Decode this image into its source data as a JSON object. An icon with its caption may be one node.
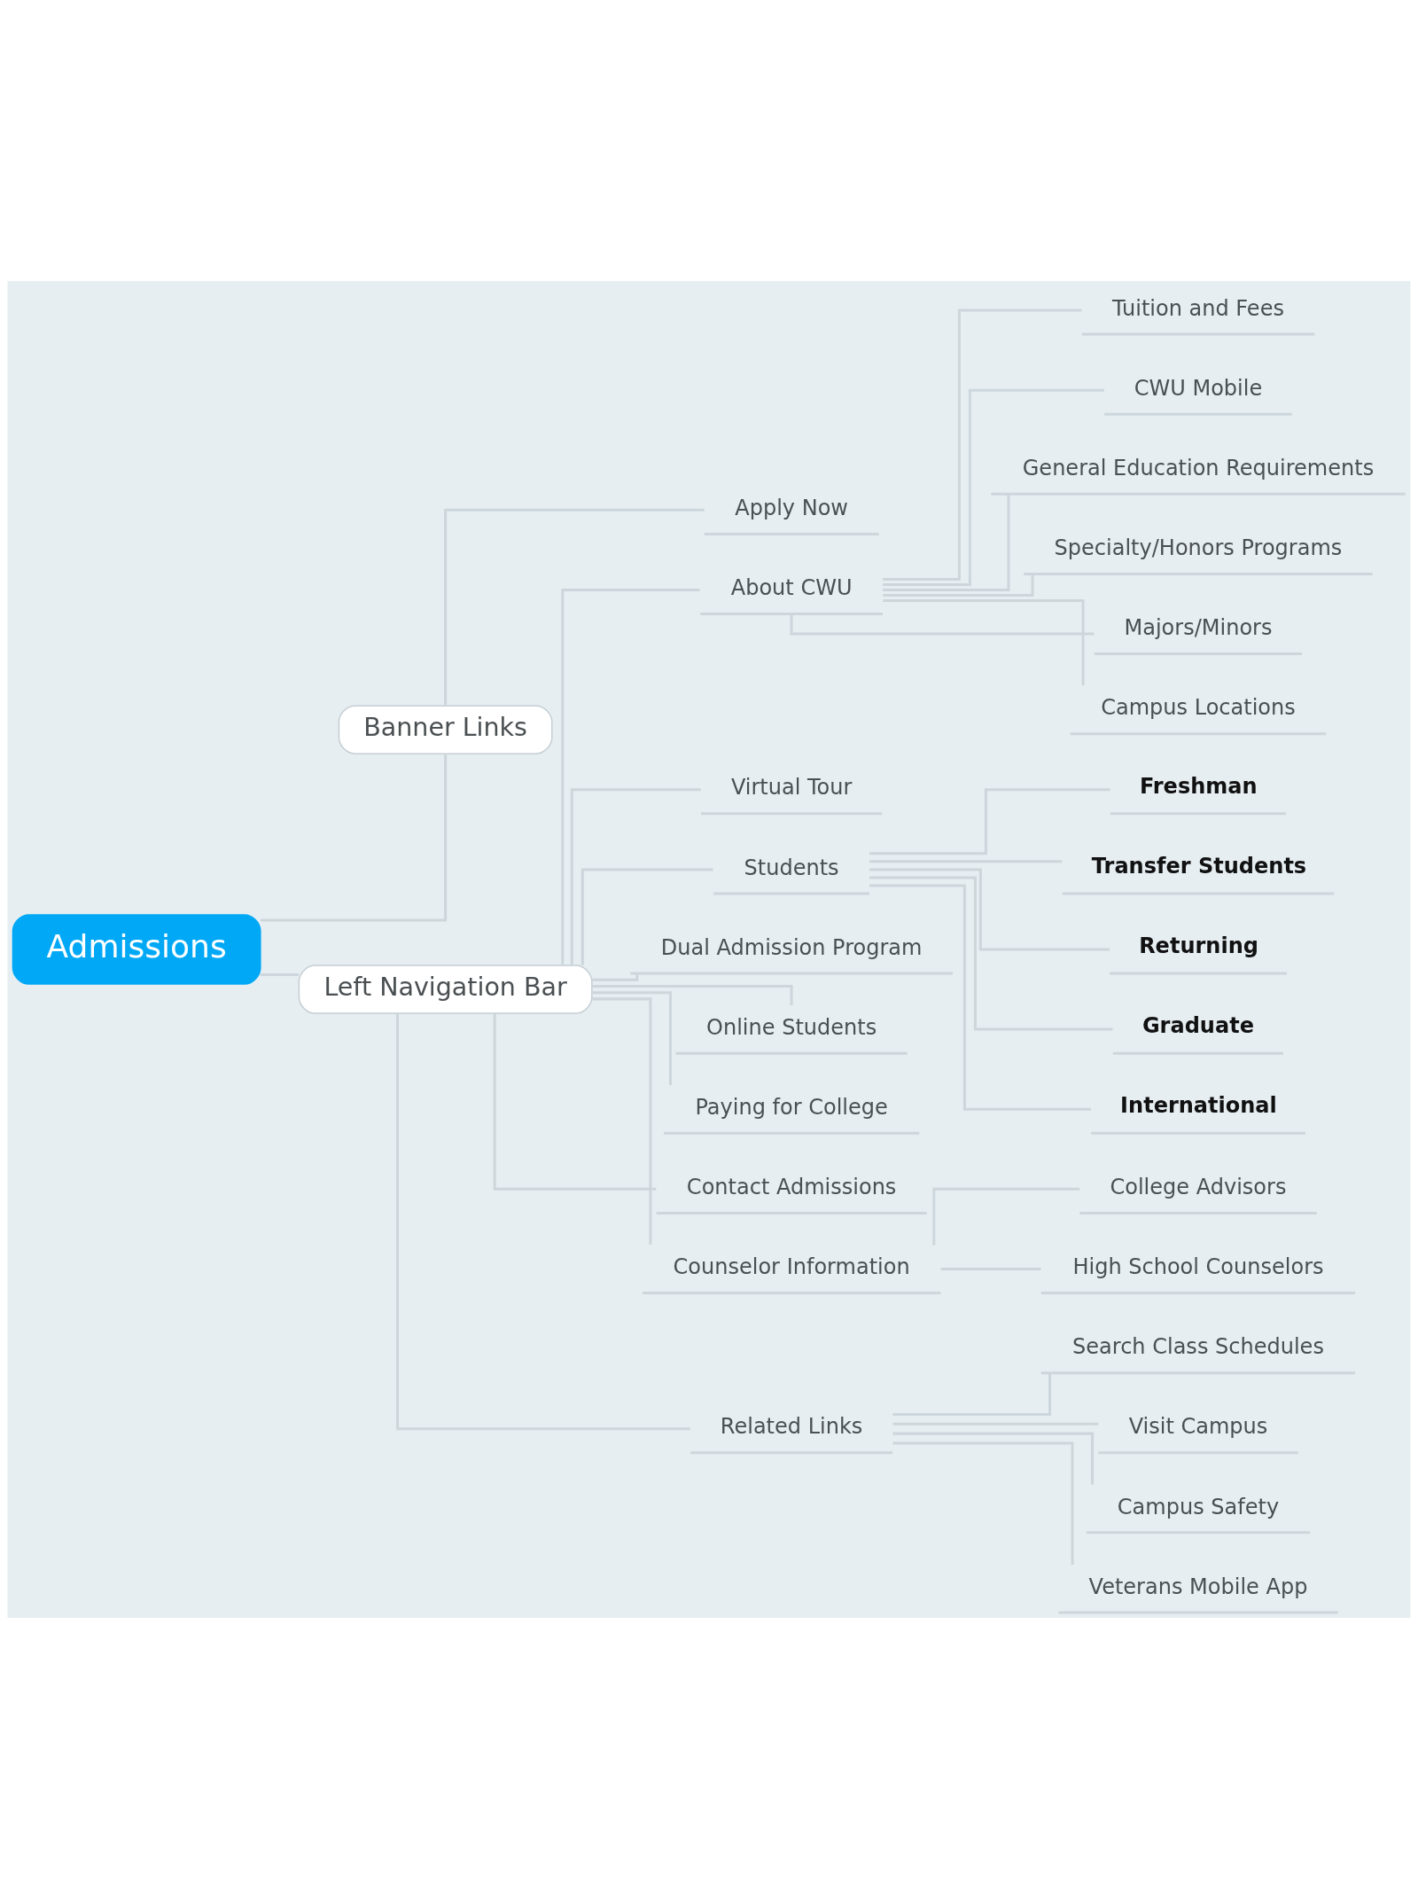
{
  "diagram": {
    "nodes": [
      {
        "text": [
          "Admissions"
        ]
      },
      {
        "text": [
          "Banner Links"
        ]
      },
      {
        "text": [
          "Left Navigation Bar"
        ]
      },
      {
        "text": [
          "Apply Now"
        ]
      },
      {
        "text": [
          "About CWU"
        ]
      },
      {
        "text": [
          "Tuition and Fees"
        ]
      },
      {
        "text": [
          "CWU Mobile"
        ]
      },
      {
        "text": [
          "General Education Requirements"
        ]
      },
      {
        "text": [
          "Specialty/Honors Programs"
        ]
      },
      {
        "text": [
          "Majors/Minors"
        ]
      },
      {
        "text": [
          "Campus Locations"
        ]
      },
      {
        "text": [
          "Virtual Tour"
        ]
      },
      {
        "text": [
          "Students"
        ]
      },
      {
        "text": [
          "Freshman"
        ]
      },
      {
        "text": [
          "Transfer Students"
        ]
      },
      {
        "text": [
          "Returning"
        ]
      },
      {
        "text": [
          "Graduate"
        ]
      },
      {
        "text": [
          "International"
        ]
      },
      {
        "text": [
          "Dual Admission Program"
        ]
      },
      {
        "text": [
          "Online Students"
        ]
      },
      {
        "text": [
          "Paying for College"
        ]
      },
      {
        "text": [
          "Contact Admissions"
        ]
      },
      {
        "text": [
          "Counselor Information"
        ]
      },
      {
        "text": [
          "College Advisors"
        ]
      },
      {
        "text": [
          "High School Counselors"
        ]
      },
      {
        "text": [
          "Related Links"
        ]
      },
      {
        "text": [
          "Search Class Schedules"
        ]
      },
      {
        "text": [
          "Visit Campus"
        ]
      },
      {
        "text": [
          "Campus Safety"
        ]
      },
      {
        "text": [
          "Veterans Mobile App"
        ]
      }
    ],
    "edges": [
      {
        "from": 0,
        "to": 1,
        "arrow": "none"
      },
      {
        "from": 0,
        "to": 2,
        "arrow": "none"
      },
      {
        "from": 1,
        "to": 3,
        "arrow": "none"
      },
      {
        "from": 2,
        "to": 4,
        "arrow": "none"
      },
      {
        "from": 4,
        "to": 5,
        "arrow": "none"
      },
      {
        "from": 4,
        "to": 6,
        "arrow": "none"
      },
      {
        "from": 4,
        "to": 7,
        "arrow": "none"
      },
      {
        "from": 4,
        "to": 8,
        "arrow": "none"
      },
      {
        "from": 4,
        "to": 9,
        "arrow": "none"
      },
      {
        "from": 4,
        "to": 10,
        "arrow": "none"
      },
      {
        "from": 2,
        "to": 11,
        "arrow": "none"
      },
      {
        "from": 2,
        "to": 12,
        "arrow": "none"
      },
      {
        "from": 12,
        "to": 13,
        "arrow": "none"
      },
      {
        "from": 12,
        "to": 14,
        "arrow": "none"
      },
      {
        "from": 12,
        "to": 15,
        "arrow": "none"
      },
      {
        "from": 12,
        "to": 16,
        "arrow": "none"
      },
      {
        "from": 12,
        "to": 17,
        "arrow": "none"
      },
      {
        "from": 2,
        "to": 18,
        "arrow": "none"
      },
      {
        "from": 2,
        "to": 19,
        "arrow": "none"
      },
      {
        "from": 2,
        "to": 20,
        "arrow": "none"
      },
      {
        "from": 2,
        "to": 21,
        "arrow": "none"
      },
      {
        "from": 2,
        "to": 22,
        "arrow": "none"
      },
      {
        "from": 22,
        "to": 23,
        "arrow": "none"
      },
      {
        "from": 22,
        "to": 24,
        "arrow": "none"
      },
      {
        "from": 2,
        "to": 25,
        "arrow": "none"
      },
      {
        "from": 25,
        "to": 26,
        "arrow": "none"
      },
      {
        "from": 25,
        "to": 27,
        "arrow": "none"
      },
      {
        "from": 25,
        "to": 28,
        "arrow": "none"
      },
      {
        "from": 25,
        "to": 29,
        "arrow": "none"
      }
    ]
  }
}
